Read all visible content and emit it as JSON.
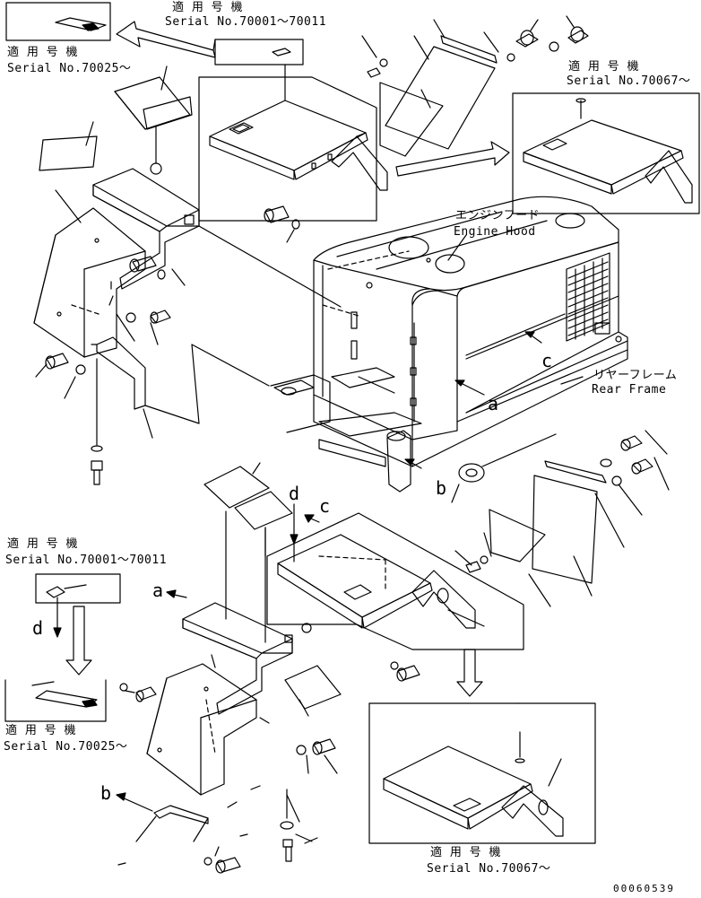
{
  "labels": {
    "applicable_model_jp": "適 用 号 機",
    "serial_70001_70011": "Serial No.70001〜70011",
    "serial_70025": "Serial No.70025〜",
    "serial_70067": "Serial No.70067〜",
    "engine_hood_jp": "エンジンフード",
    "engine_hood_en": "Engine Hood",
    "rear_frame_jp": "リヤーフレーム",
    "rear_frame_en": "Rear Frame",
    "ref_a": "a",
    "ref_b": "b",
    "ref_c": "c",
    "ref_d": "d",
    "drawing_number": "00060539"
  }
}
